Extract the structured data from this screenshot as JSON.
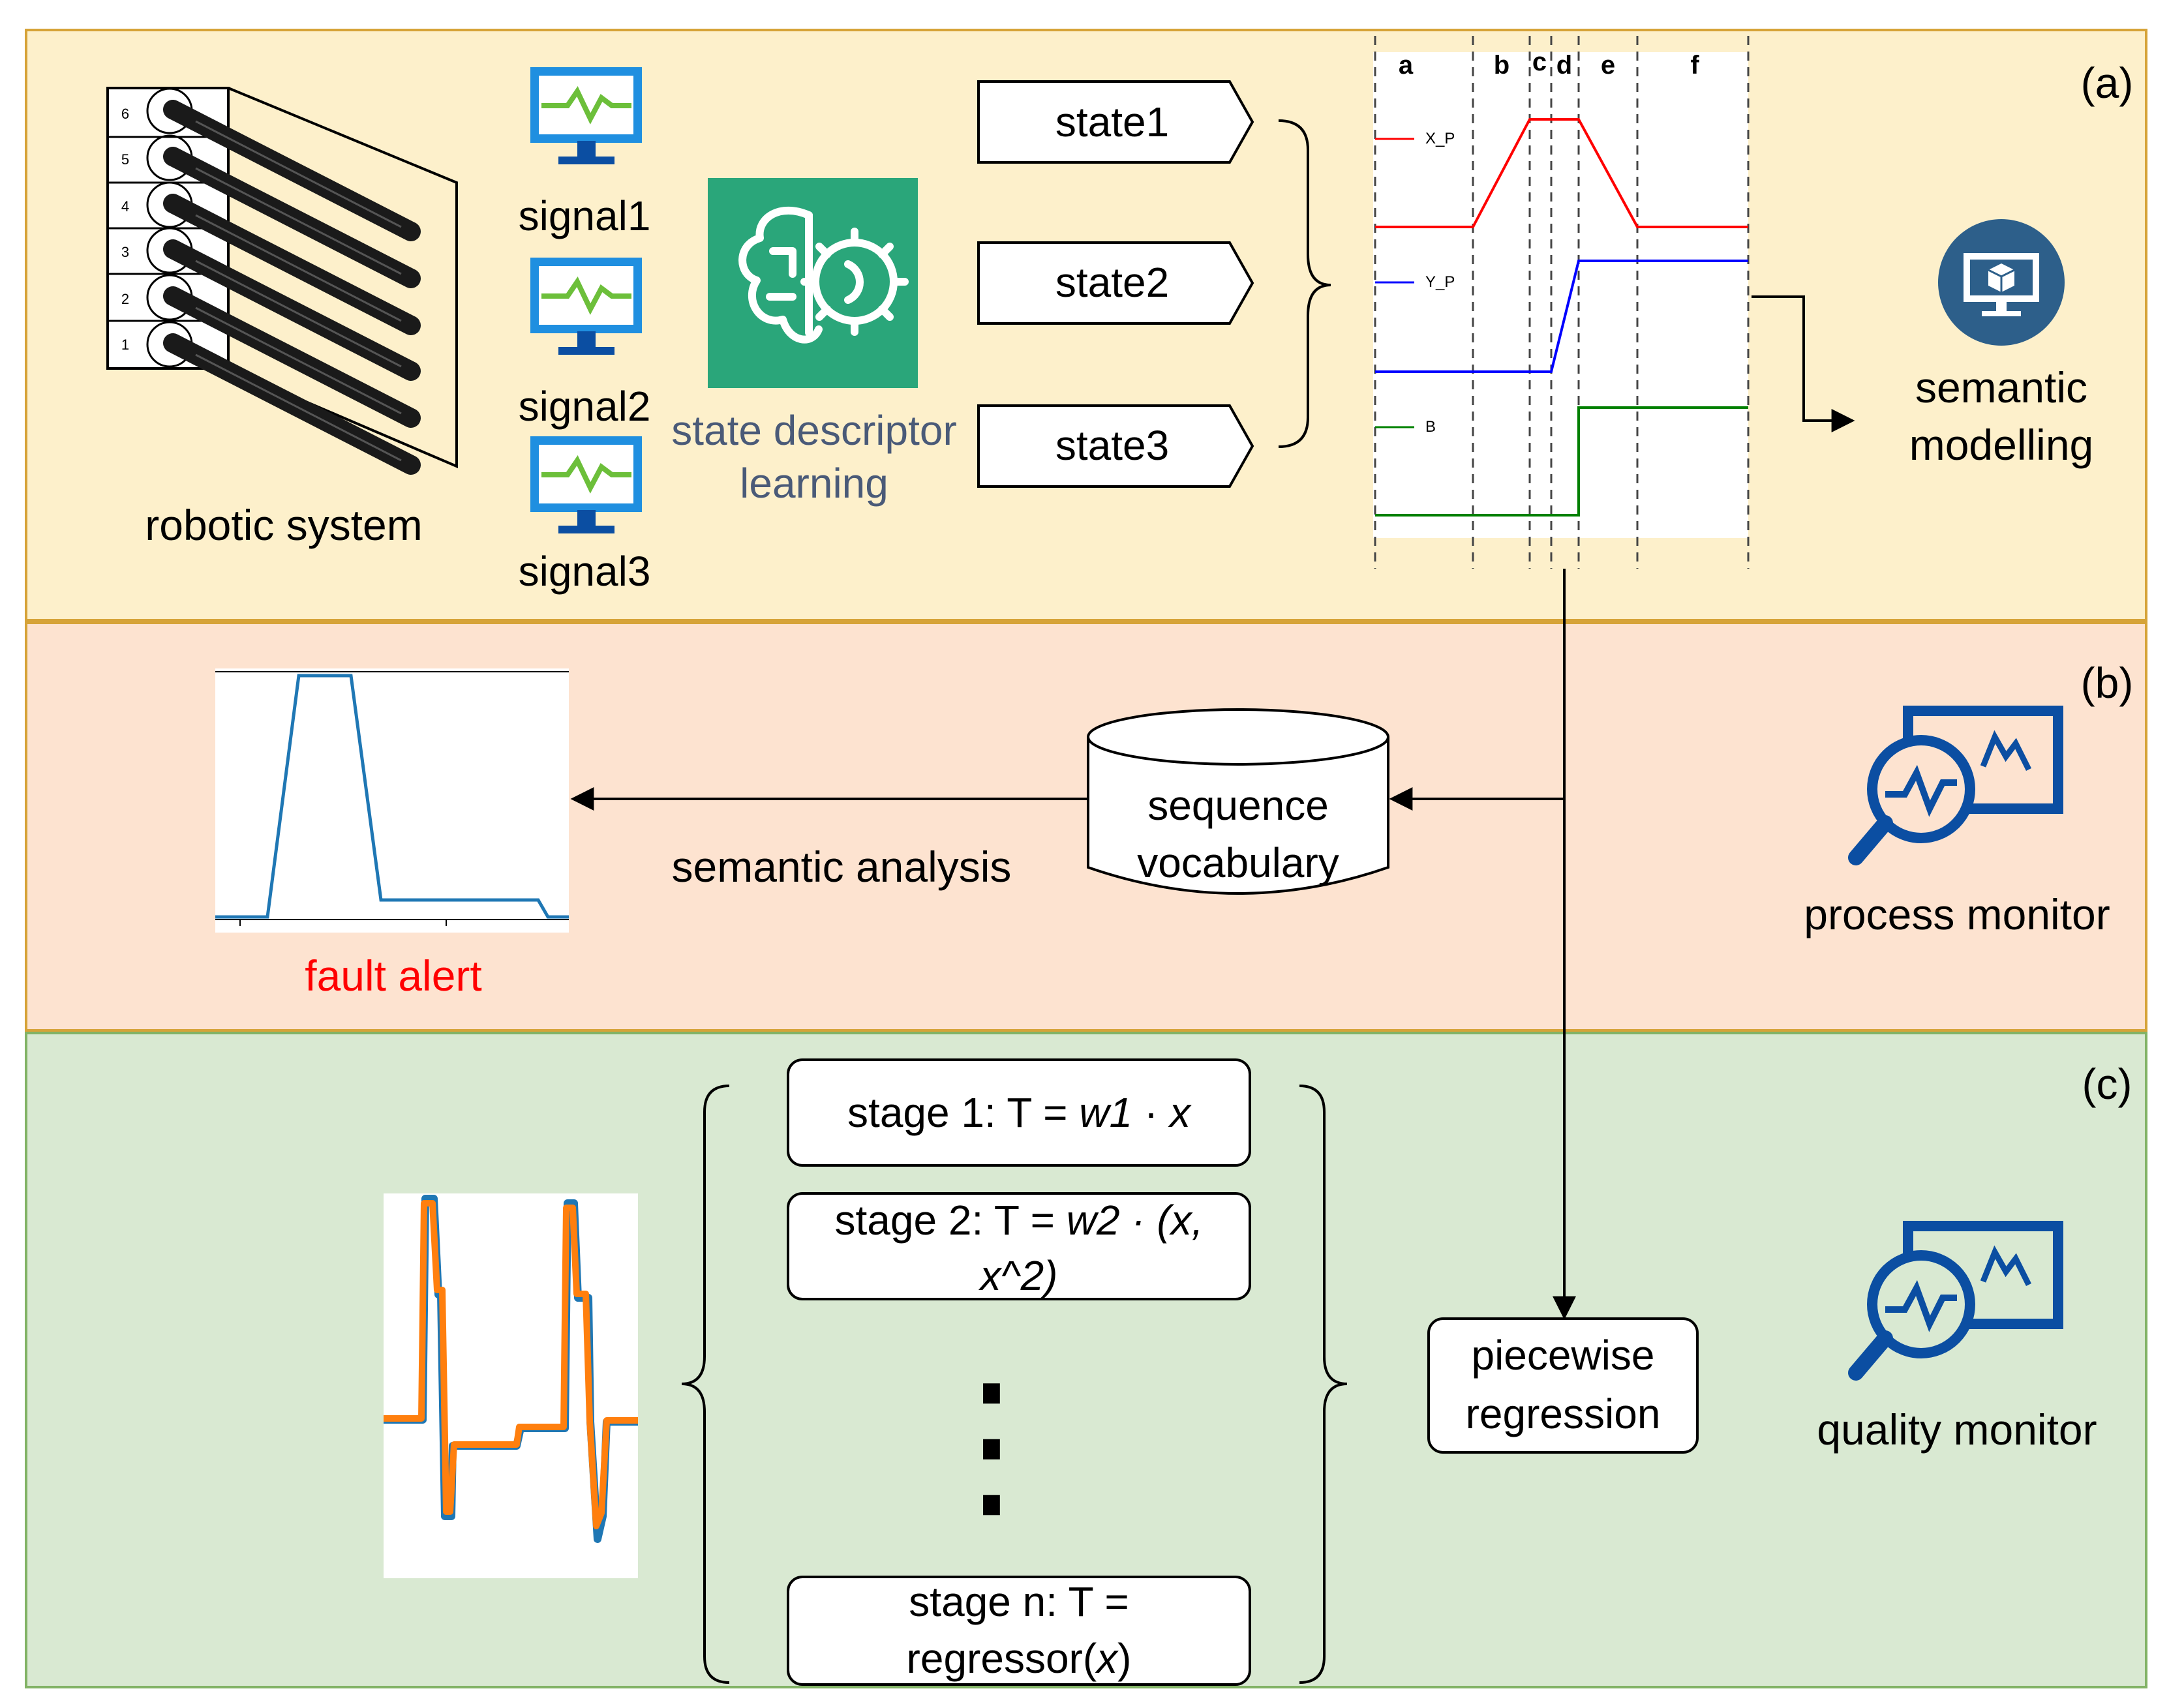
{
  "panels": {
    "a": {
      "tag": "(a)"
    },
    "b": {
      "tag": "(b)"
    },
    "c": {
      "tag": "(c)"
    }
  },
  "robot": {
    "label": "robotic system",
    "slots": [
      "6",
      "5",
      "4",
      "3",
      "2",
      "1"
    ]
  },
  "signals": [
    "signal1",
    "signal2",
    "signal3"
  ],
  "learner": {
    "label_line1": "state descriptor",
    "label_line2": "learning"
  },
  "states": [
    "state1",
    "state2",
    "state3"
  ],
  "timeline": {
    "segments": [
      "a",
      "b",
      "c",
      "d",
      "e",
      "f"
    ],
    "series": [
      {
        "name": "X_P",
        "color": "#ff0000"
      },
      {
        "name": "Y_P",
        "color": "#0000ff"
      },
      {
        "name": "B",
        "color": "#008000"
      }
    ]
  },
  "semantic": {
    "line1": "semantic",
    "line2": "modelling"
  },
  "process": {
    "vocab_line1": "sequence",
    "vocab_line2": "vocabulary",
    "analysis": "semantic analysis",
    "alert": "fault alert",
    "alert_color": "#ff0000",
    "monitor_label": "process monitor"
  },
  "quality": {
    "stages": {
      "s1_prefix": "stage 1: T = ",
      "s1_weight": "w1",
      "s1_op": " · ",
      "s1_var": "x",
      "s2_line1_prefix": "stage 2: T = ",
      "s2_weight": "w2",
      "s2_line1_rest": " · (x,",
      "s2_line2": "x^2)",
      "ellipsis": "⋮",
      "sn_line1": "stage n: T =",
      "sn_line2_prefix": "regressor(",
      "sn_line2_var": "x",
      "sn_line2_suffix": ")"
    },
    "regression_line1": "piecewise",
    "regression_line2": "regression",
    "monitor_label": "quality monitor"
  },
  "colors": {
    "panel_a_bg": "#fdf0cb",
    "panel_b_bg": "#fde3d0",
    "panel_c_bg": "#d9e9d2",
    "panel_border": "#d6a338",
    "panel_c_border": "#82b366",
    "icon_blue": "#0b4ea2",
    "ai_green": "#2aa67a",
    "model_circle": "#2d5f8a",
    "learn_text": "#4a5a78",
    "plot_blue": "#1f77b4",
    "plot_orange": "#ff7f0e"
  }
}
